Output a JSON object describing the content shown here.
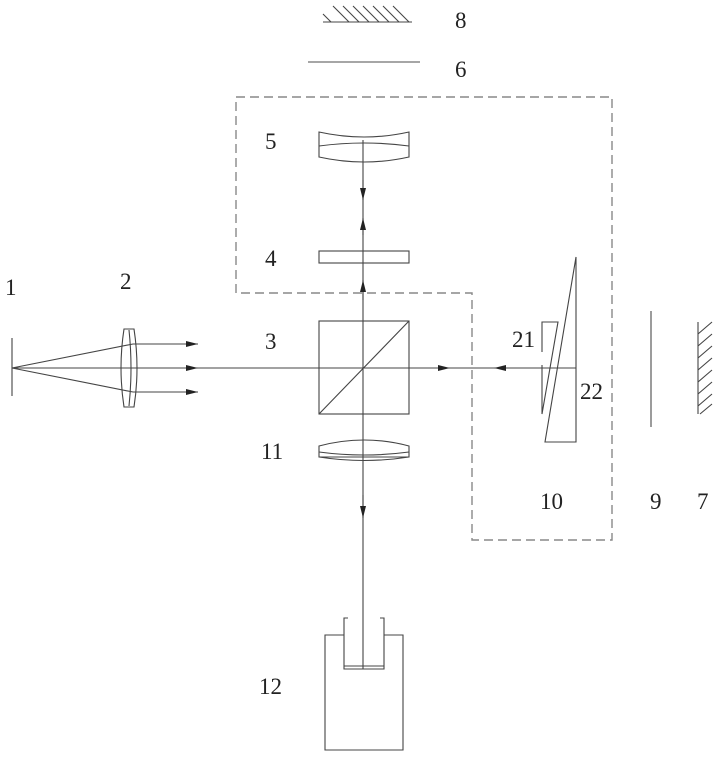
{
  "labels": {
    "l1": "1",
    "l2": "2",
    "l3": "3",
    "l4": "4",
    "l5": "5",
    "l6": "6",
    "l7": "7",
    "l8": "8",
    "l9": "9",
    "l10": "10",
    "l11": "11",
    "l12": "12",
    "l21": "21",
    "l22": "22"
  }
}
